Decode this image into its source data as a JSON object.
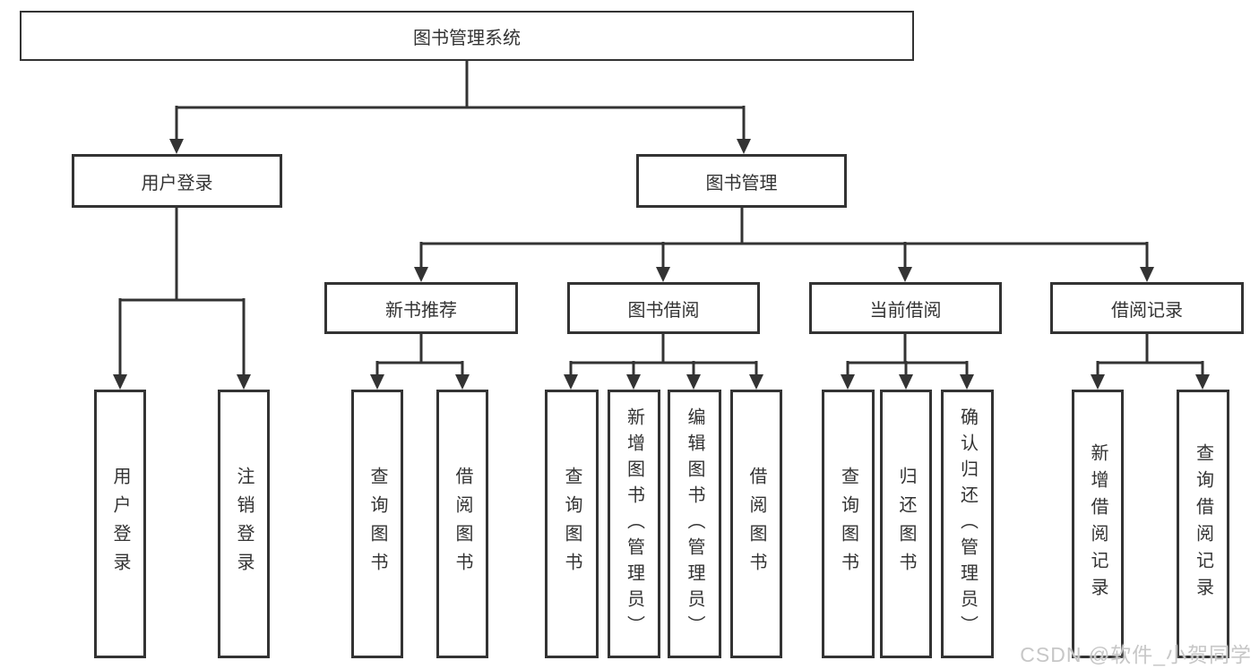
{
  "diagram": {
    "type": "tree-structure-chart",
    "colors": {
      "line": "#333333",
      "text": "#333333",
      "background": "#ffffff",
      "watermark": "#c7c7c7"
    },
    "tree": {
      "label": "图书管理系统",
      "children": [
        {
          "label": "用户登录",
          "children": [
            {
              "label": "用户登录"
            },
            {
              "label": "注销登录"
            }
          ]
        },
        {
          "label": "图书管理",
          "children": [
            {
              "label": "新书推荐",
              "children": [
                {
                  "label": "查询图书"
                },
                {
                  "label": "借阅图书"
                }
              ]
            },
            {
              "label": "图书借阅",
              "children": [
                {
                  "label": "查询图书"
                },
                {
                  "label": "新增图书（管理员）"
                },
                {
                  "label": "编辑图书（管理员）"
                },
                {
                  "label": "借阅图书"
                }
              ]
            },
            {
              "label": "当前借阅",
              "children": [
                {
                  "label": "查询图书"
                },
                {
                  "label": "归还图书"
                },
                {
                  "label": "确认归还（管理员）"
                }
              ]
            },
            {
              "label": "借阅记录",
              "children": [
                {
                  "label": "新增借阅记录"
                },
                {
                  "label": "查询借阅记录"
                }
              ]
            }
          ]
        }
      ]
    },
    "watermark": "CSDN @软件_小贺同学"
  }
}
